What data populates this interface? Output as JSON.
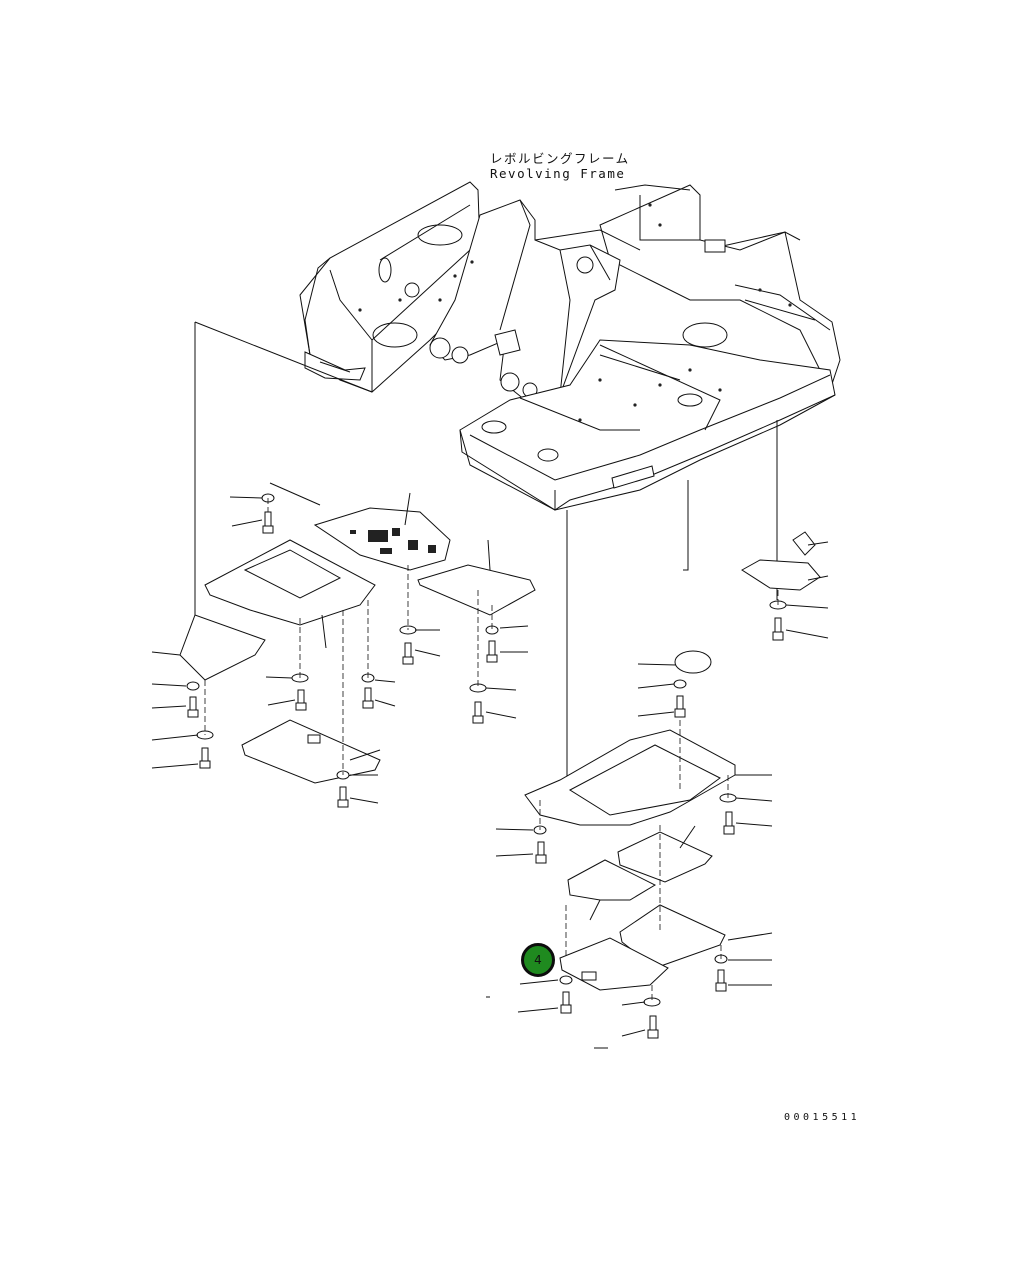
{
  "title": {
    "japanese": "レボルビングフレーム",
    "english": "Revolving Frame"
  },
  "drawing_number": "00015511",
  "callout": {
    "number": "4",
    "color": "#1f8a1f"
  },
  "colors": {
    "line": "#111111",
    "background": "#ffffff"
  }
}
